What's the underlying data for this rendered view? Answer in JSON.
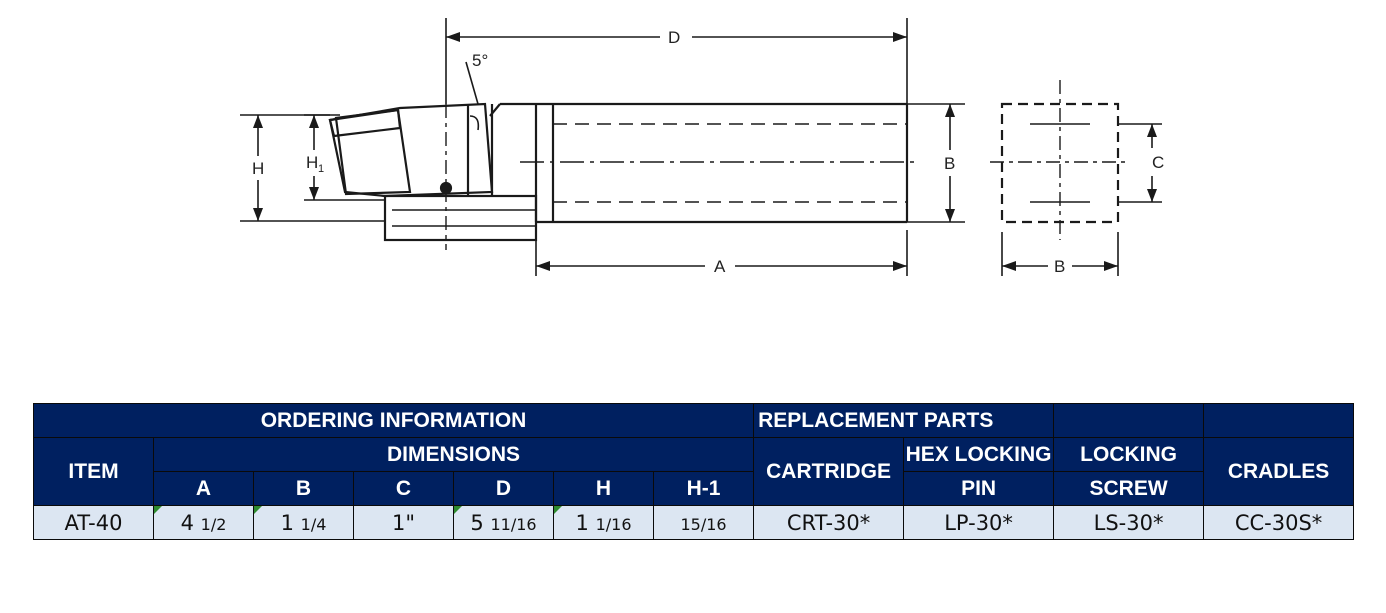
{
  "drawing": {
    "labels": {
      "d": "D",
      "angle": "5°",
      "h": "H",
      "h1": "H",
      "h1_sub": "1",
      "b_side": "B",
      "a": "A",
      "c": "C",
      "b_bottom": "B"
    }
  },
  "table": {
    "ordering_header": "ORDERING INFORMATION",
    "replacement_header": "REPLACEMENT PARTS",
    "item_header": "ITEM",
    "dimensions_header": "DIMENSIONS",
    "cartridge_header": "CARTRIDGE",
    "hex_locking_header": "HEX LOCKING",
    "pin_header": "PIN",
    "locking_header": "LOCKING",
    "screw_header": "SCREW",
    "cradles_header": "CRADLES",
    "dim_columns": [
      "A",
      "B",
      "C",
      "D",
      "H",
      "H-1"
    ],
    "row": {
      "item": "AT-40",
      "a_whole": "4",
      "a_frac": "1/2",
      "b_whole": "1",
      "b_frac": "1/4",
      "c": "1\"",
      "d_whole": "5",
      "d_frac": "11/16",
      "h_whole": "1",
      "h_frac": "1/16",
      "h1": "15/16",
      "cartridge": "CRT-30*",
      "pin": "LP-30*",
      "screw": "LS-30*",
      "cradle": "CC-30S*"
    }
  },
  "colors": {
    "header_bg": "#002060",
    "cell_bg": "#dce6f2",
    "flag": "#2e8b2e"
  }
}
